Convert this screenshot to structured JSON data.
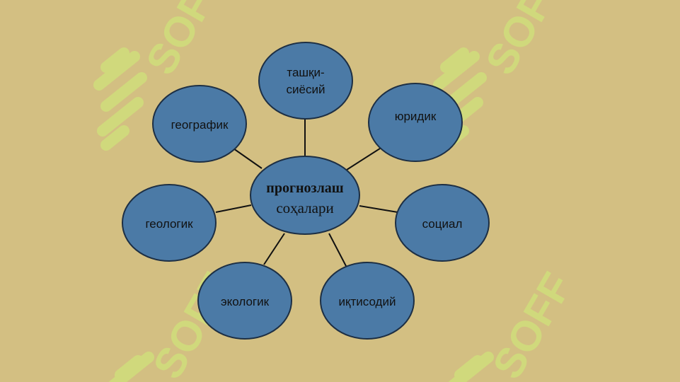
{
  "watermark": {
    "text": "SOFF",
    "color": "#cfe27a"
  },
  "diagram": {
    "center": {
      "line1": "прогнозлаш",
      "line2": "соҳалари"
    },
    "nodes": [
      {
        "id": "tashqi",
        "lines": [
          "ташқи-",
          "сиёсий"
        ]
      },
      {
        "id": "yuridik",
        "lines": [
          "юридик"
        ]
      },
      {
        "id": "sotsial",
        "lines": [
          "социал"
        ]
      },
      {
        "id": "iqtisodiy",
        "lines": [
          "иқтисодий"
        ]
      },
      {
        "id": "ekologik",
        "lines": [
          "экологик"
        ]
      },
      {
        "id": "geologik",
        "lines": [
          "геологик"
        ]
      },
      {
        "id": "geografik",
        "lines": [
          "географик"
        ]
      }
    ],
    "colors": {
      "background": "#d3bf82",
      "node_fill": "#4b7aa6",
      "node_stroke": "#1d2f44"
    }
  }
}
